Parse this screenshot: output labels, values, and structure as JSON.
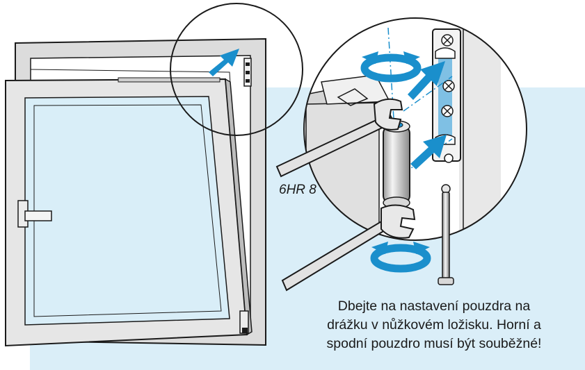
{
  "colors": {
    "panel": "#daeef8",
    "frame": "#dcdcdc",
    "sash": "#e6e6e6",
    "outline": "#1a1a1a",
    "glass": "#d9eef8",
    "arrow": "#1a8fcc",
    "hinge_plate": "#7fc0e4"
  },
  "labels": {
    "wrench_size": "6HR 8",
    "instruction_lines": [
      "Dbejte na nastavení pouzdra na",
      "drážku v nůžkovém ložisku. Horní a",
      "spodní pouzdro musí být souběžné!"
    ]
  },
  "icons": [
    "window-icon",
    "handle-icon",
    "wrench-icon",
    "hinge-bushing-icon",
    "rotation-arrow-icon",
    "direction-arrow-icon",
    "pin-icon",
    "screw-icon"
  ]
}
